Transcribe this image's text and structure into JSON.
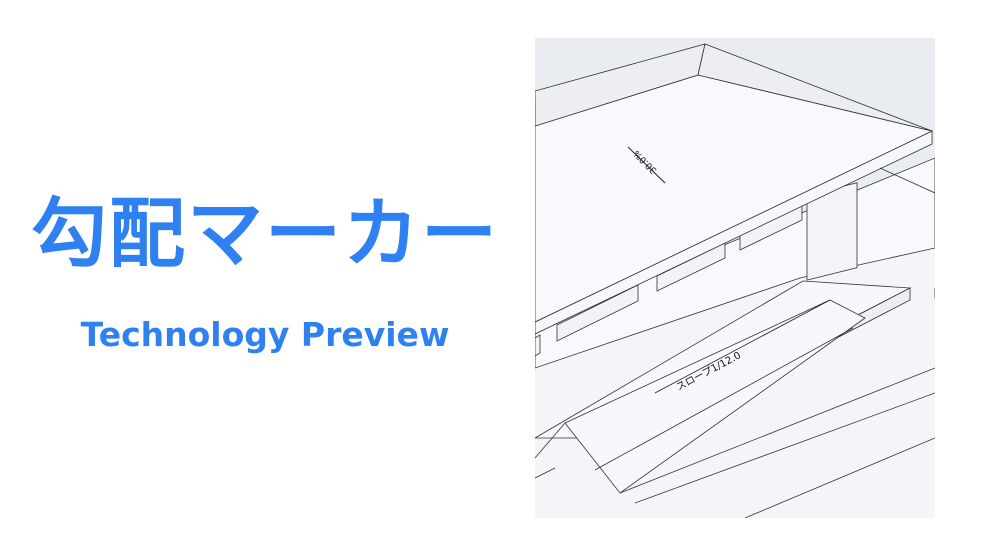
{
  "title": "勾配マーカー",
  "subtitle": "Technology Preview",
  "render": {
    "roof_slope_label": "30.0%",
    "ramp_slope_label": "スロープ1/12.0"
  },
  "colors": {
    "accent": "#2f80f0",
    "background": "#ffffff",
    "render_bg": "#e9ecf0"
  }
}
